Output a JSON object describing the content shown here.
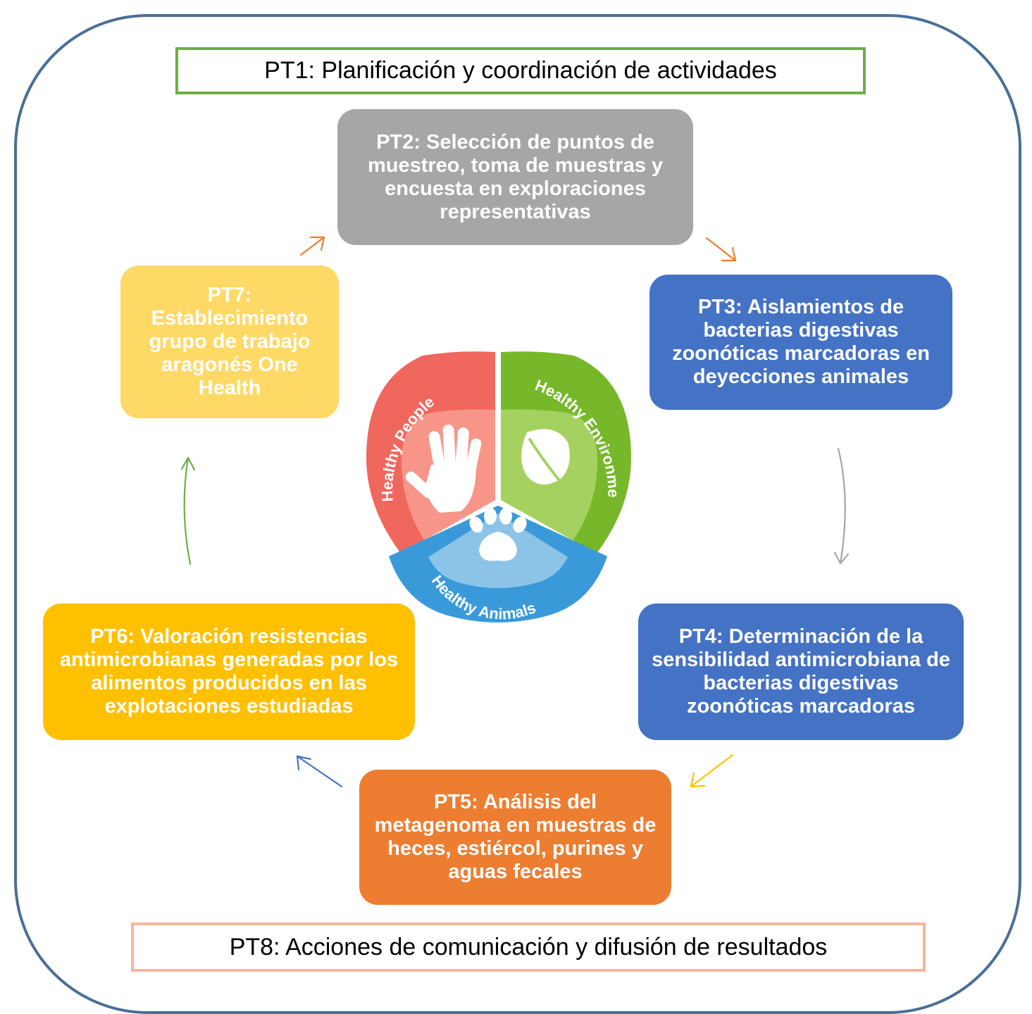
{
  "banners": {
    "pt1": "PT1: Planificación y coordinación de actividades",
    "pt8": "PT8: Acciones de comunicación y difusión de resultados"
  },
  "boxes": {
    "pt2": "PT2: Selección de puntos de muestreo, toma de muestras y encuesta en exploraciones representativas",
    "pt3": "PT3: Aislamientos de bacterias digestivas zoonóticas marcadoras en deyecciones animales",
    "pt4": "PT4: Determinación de la sensibilidad antimicrobiana de bacterias digestivas zoonóticas marcadoras",
    "pt5": "PT5: Análisis del metagenoma en muestras de heces, estiércol, purines y aguas fecales",
    "pt6": "PT6: Valoración resistencias antimicrobianas generadas por los alimentos producidos en las explotaciones estudiadas",
    "pt7": "PT7: Establecimiento grupo de trabajo aragonés One Health"
  },
  "logo": {
    "people": "Healthy People",
    "environment": "Healthy Environment",
    "animals": "Healthy Animals"
  },
  "colors": {
    "frame": "#4a6f96",
    "pt1_border": "#70ad47",
    "pt8_border": "#f8b59a",
    "pt2": "#a6a6a6",
    "pt3": "#4472c4",
    "pt4": "#4472c4",
    "pt5": "#ed7d31",
    "pt6": "#ffc000",
    "pt7": "#ffd966"
  }
}
